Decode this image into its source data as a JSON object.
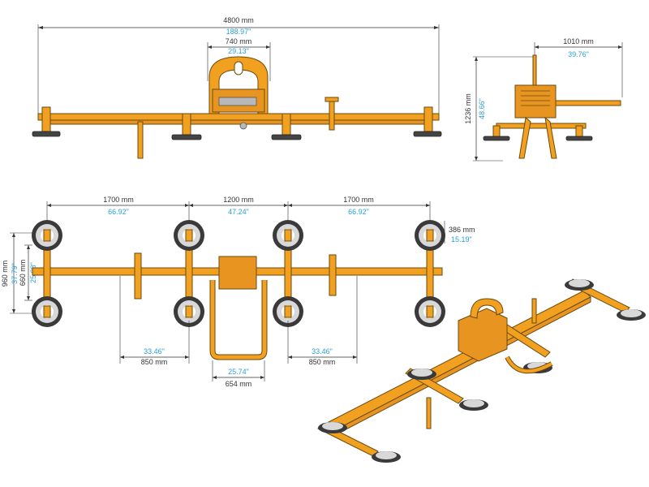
{
  "colors": {
    "frame": "#f2a020",
    "dim_text": "#333333",
    "inch_text": "#2aa0d8",
    "pad": "#444444"
  },
  "front_view": {
    "overall_mm": "4800 mm",
    "overall_in": "188.97\"",
    "handle_mm": "740 mm",
    "handle_in": "29.13\""
  },
  "side_view": {
    "width_mm": "1010 mm",
    "width_in": "39.76\"",
    "height_mm": "1236 mm",
    "height_in": "48.66\""
  },
  "top_view": {
    "span_left_mm": "1700 mm",
    "span_left_in": "66.92\"",
    "span_mid_mm": "1200 mm",
    "span_mid_in": "47.24\"",
    "span_right_mm": "1700 mm",
    "span_right_in": "66.92\"",
    "pad_mm": "386 mm",
    "pad_in": "15.19\"",
    "outer_mm": "960 mm",
    "outer_in": "37.79\"",
    "inner_mm": "660 mm",
    "inner_in": "25.98\"",
    "left_offset_in": "33.46\"",
    "left_offset_mm": "850 mm",
    "right_offset_in": "33.46\"",
    "right_offset_mm": "850 mm",
    "handle_in": "25.74\"",
    "handle_mm": "654 mm"
  }
}
